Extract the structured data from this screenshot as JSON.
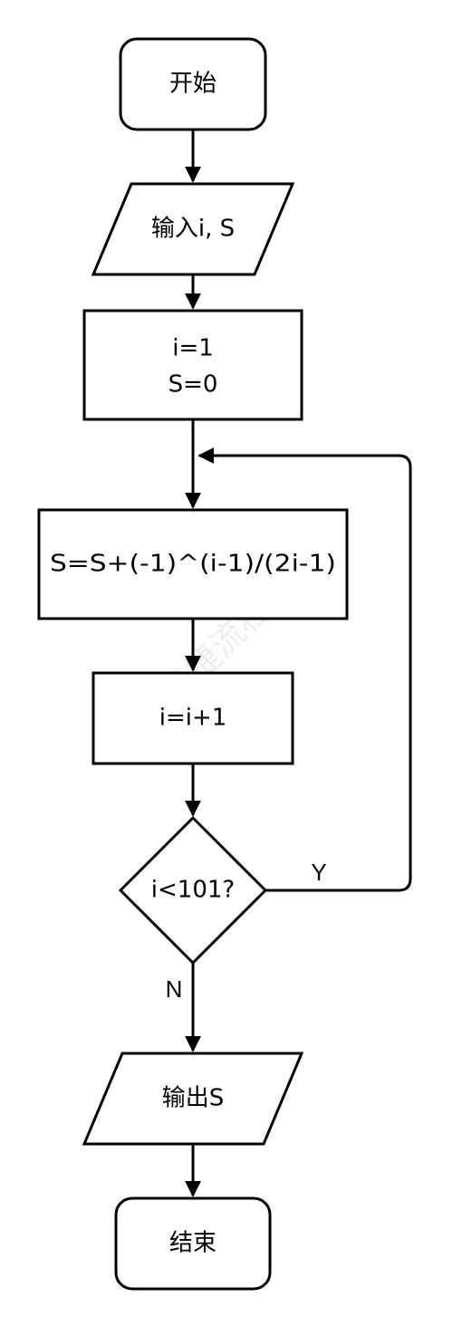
{
  "colors": {
    "stroke": "#000000",
    "fill": "#ffffff",
    "watermark": "#ededed"
  },
  "nodes": {
    "start": "开始",
    "input": "输入i, S",
    "init_i": "i=1",
    "init_s": "S=0",
    "update_s": "S=S+(-1)^(i-1)/(2i-1)",
    "increment": "i=i+1",
    "condition": "i<101?",
    "output": "输出S",
    "end": "结束"
  },
  "edges": {
    "yes_label": "Y",
    "no_label": "N"
  },
  "watermark": {
    "text": "迅捷流程图"
  }
}
